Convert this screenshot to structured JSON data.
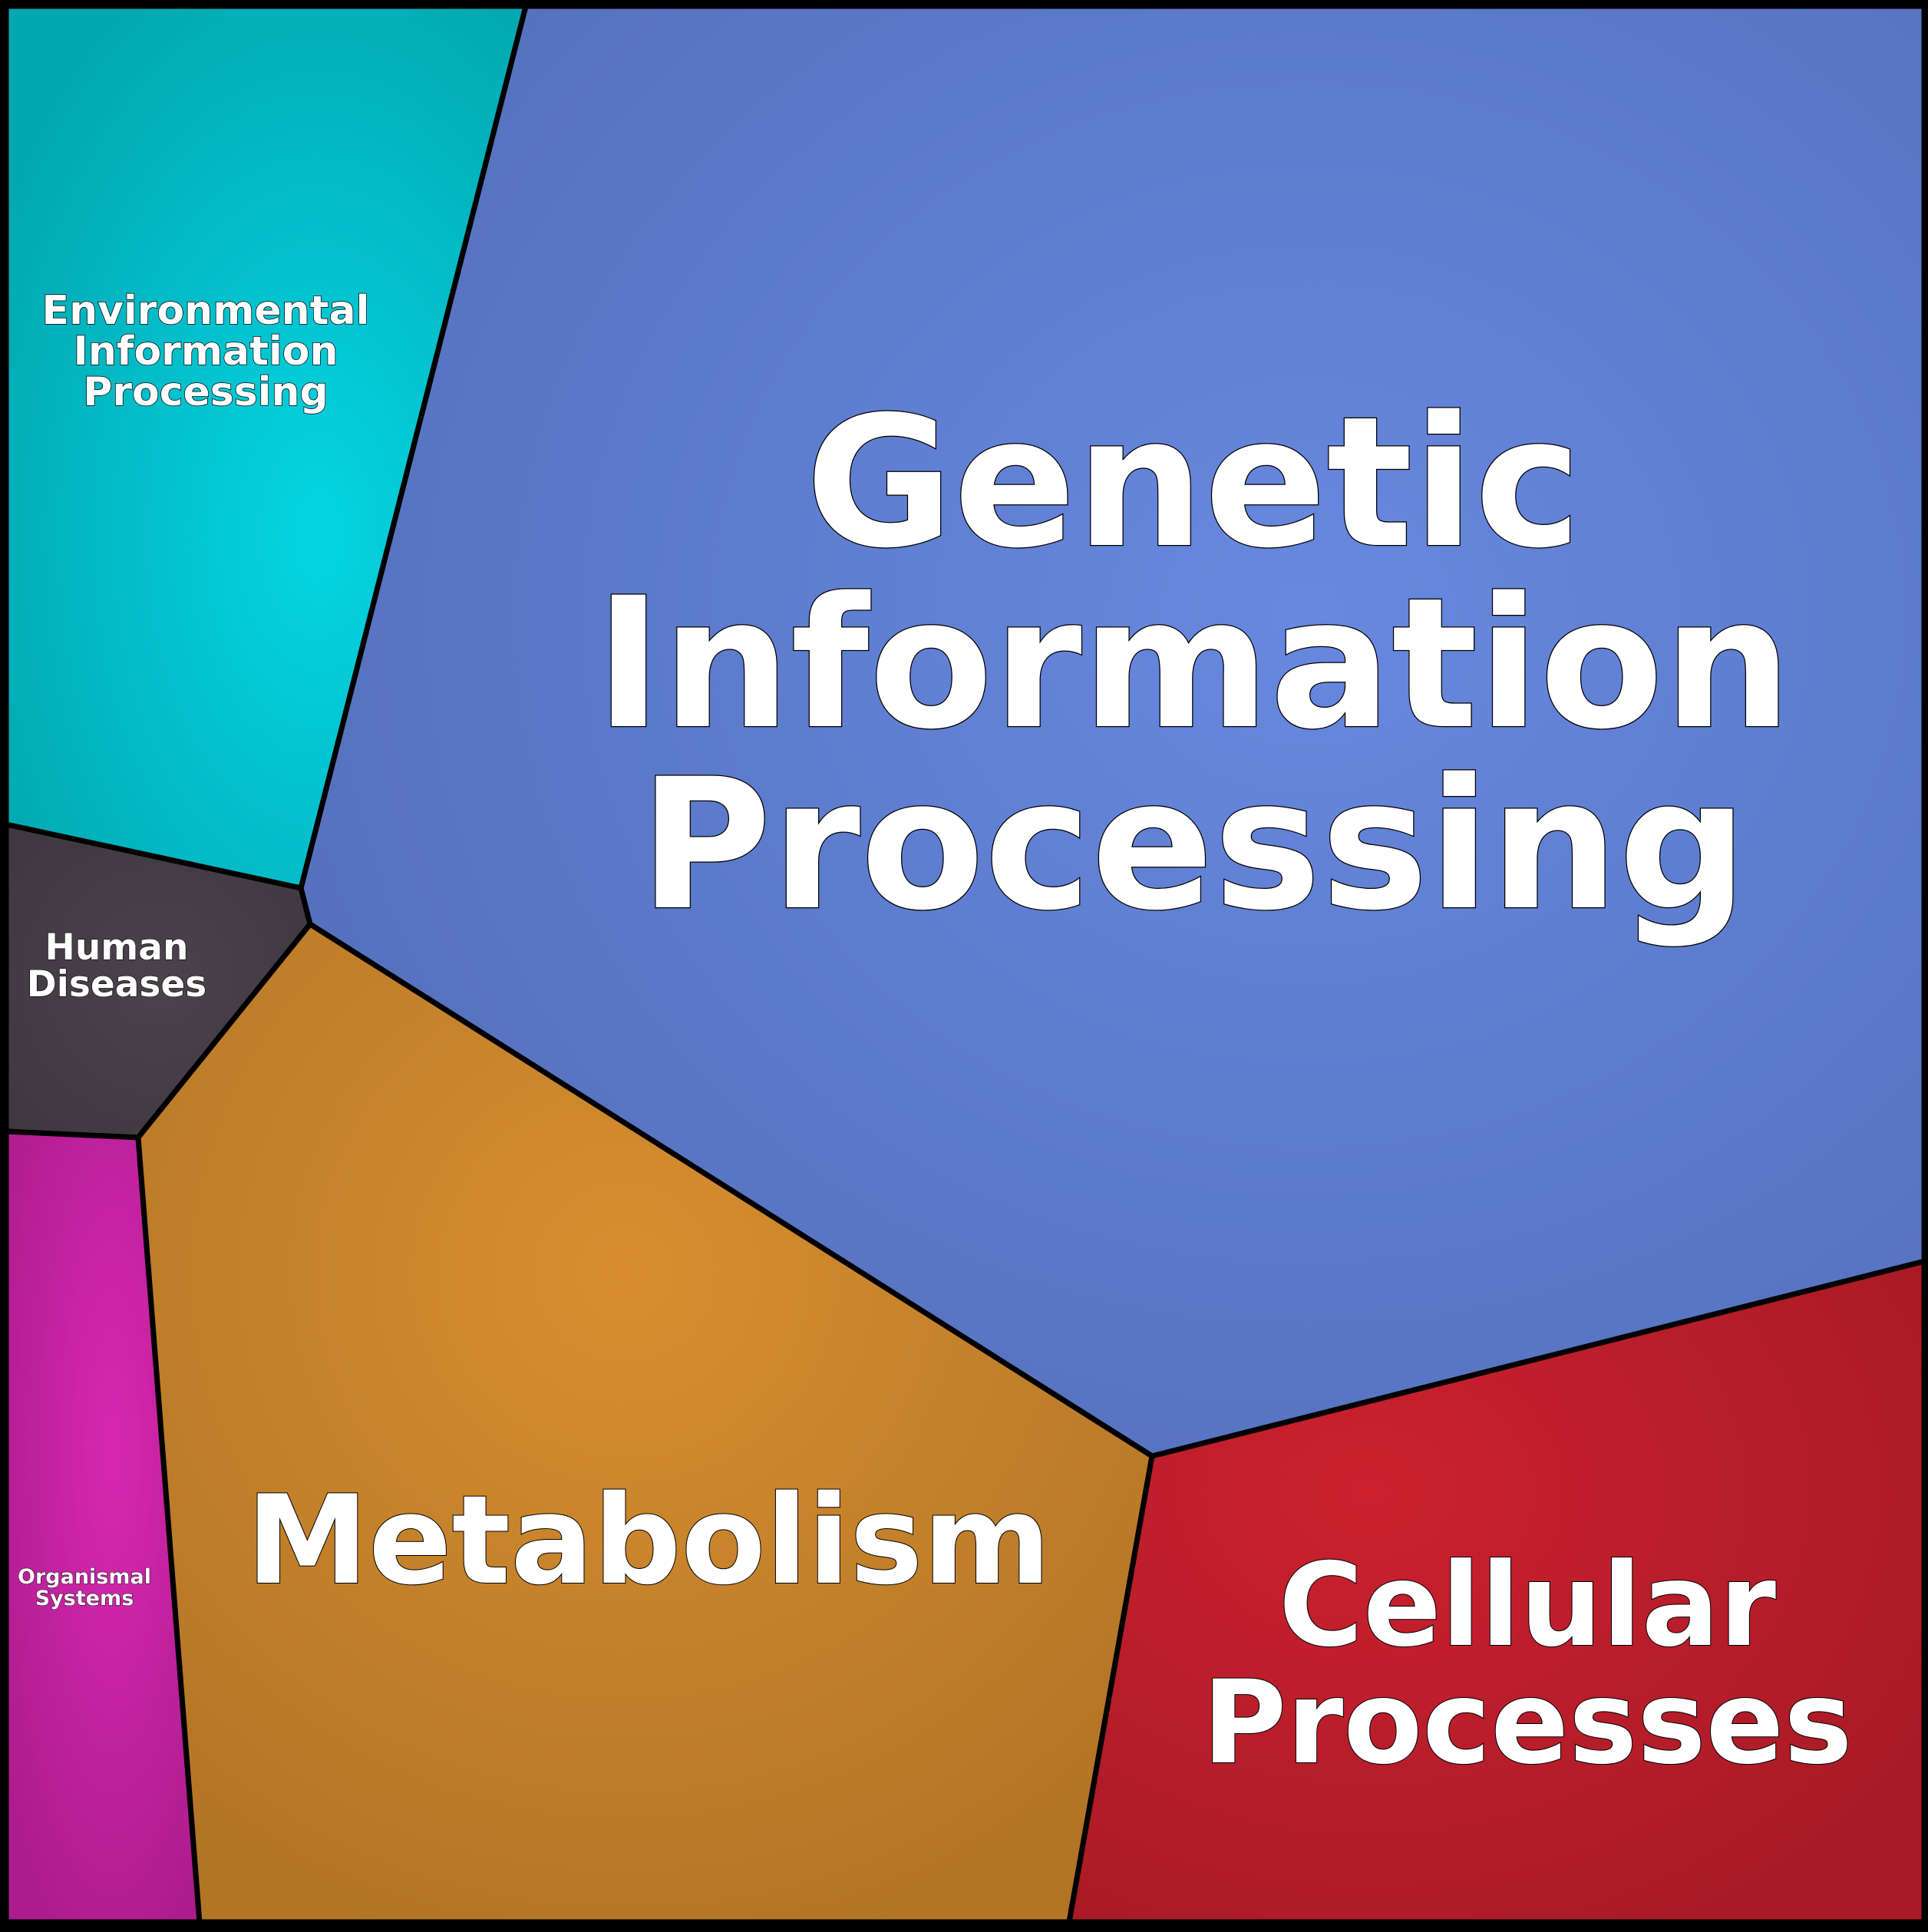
{
  "diagram": {
    "type": "voronoi-treemap",
    "regions": [
      {
        "id": "genetic",
        "label_lines": [
          "Genetic",
          "Information",
          "Processing"
        ],
        "color_center": "#6888e0",
        "color_edge": "#5470bb"
      },
      {
        "id": "environmental",
        "label_lines": [
          "Environmental",
          "Information",
          "Processing"
        ],
        "color_center": "#04d5e3",
        "color_edge": "#02a8b1"
      },
      {
        "id": "human-diseases",
        "label_lines": [
          "Human",
          "Diseases"
        ],
        "color_center": "#4b434b",
        "color_edge": "#3f373f"
      },
      {
        "id": "organismal",
        "label_lines": [
          "Organismal",
          "Systems"
        ],
        "color_center": "#d828b0",
        "color_edge": "#ac1c8e"
      },
      {
        "id": "metabolism",
        "label_lines": [
          "Metabolism"
        ],
        "color_center": "#d88e30",
        "color_edge": "#b27526"
      },
      {
        "id": "cellular",
        "label_lines": [
          "Cellular",
          "Processes"
        ],
        "color_center": "#cc202f",
        "color_edge": "#a81b26"
      }
    ],
    "border_color": "#000000"
  }
}
